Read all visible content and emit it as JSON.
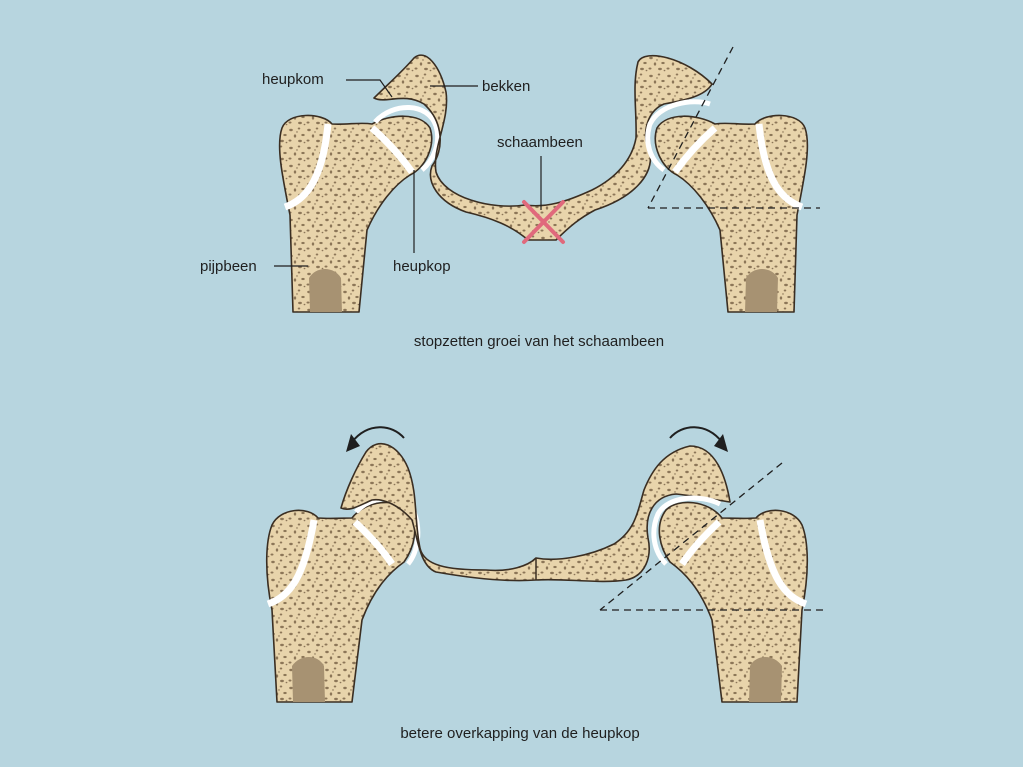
{
  "colors": {
    "background": "#b7d5df",
    "bone_fill": "#e8d4ab",
    "bone_stroke": "#3a2e22",
    "bone_texture": "#8c7658",
    "marrow": "#a79272",
    "cartilage": "#ffffff",
    "cross_mark": "#e0697c",
    "text": "#1f1f1f"
  },
  "labels": {
    "heupkom": "heupkom",
    "bekken": "bekken",
    "schaambeen": "schaambeen",
    "pijpbeen": "pijpbeen",
    "heupkop": "heupkop"
  },
  "panels": [
    {
      "caption": "stopzetten groei van het schaambeen"
    },
    {
      "caption": "betere overkapping van de heupkop"
    }
  ],
  "icons": {
    "cross": "cross-mark-icon",
    "rotate_left": "rotate-counterclockwise-arrow-icon",
    "rotate_right": "rotate-clockwise-arrow-icon"
  }
}
